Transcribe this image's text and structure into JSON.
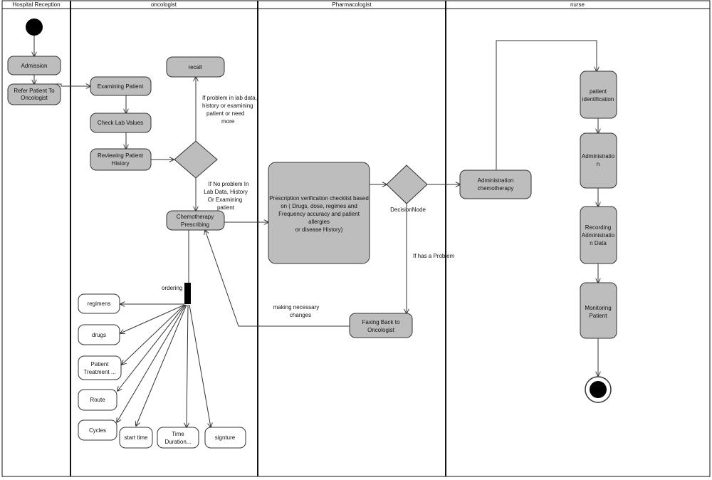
{
  "lanes": [
    "Hospital Reception",
    "oncologist",
    "Pharmacologist",
    "nurse"
  ],
  "nodes": {
    "admission": [
      "Admission"
    ],
    "refer": [
      "Refer Patient To",
      "Oncologist"
    ],
    "examining": [
      "Examining Patient"
    ],
    "check_lab": [
      "Check Lab Values"
    ],
    "reviewing": [
      "Reviewing Patient",
      "History"
    ],
    "recall": [
      "recall"
    ],
    "chemo_prescribing": [
      "Chemotherapy",
      "Prescribing"
    ],
    "verification": [
      "Prescription verification checklist based",
      "on ( Drugs, dose, regimes and",
      "Frequency accuracy and patient",
      "allergies",
      "or disease History)"
    ],
    "faxing": [
      "Faxing Back to",
      "Oncologist"
    ],
    "admin_chemo": [
      "Administration",
      "chemotherapy"
    ],
    "patient_id": [
      "patient",
      "identification"
    ],
    "administration": [
      "Administratio",
      "n"
    ],
    "recording": [
      "Recording",
      "Administratio",
      "n Data"
    ],
    "monitoring": [
      "Monitoring",
      "Patient"
    ],
    "regimens": [
      "regimens"
    ],
    "drugs": [
      "drugs"
    ],
    "patient_treatment": [
      "Patient",
      "Treatment ..."
    ],
    "route": [
      "Route"
    ],
    "cycles": [
      "Cycles"
    ],
    "start_time": [
      "start time"
    ],
    "time_duration": [
      "Time",
      "Duration..."
    ],
    "signture": [
      "signture"
    ]
  },
  "labels": {
    "problem_lab": [
      "If problem in lab data,",
      "history or examining",
      "patient or need",
      "more"
    ],
    "no_problem": [
      "If No problem In",
      "Lab Data, History",
      "Or Examining",
      "patient"
    ],
    "ordering": [
      "ordering"
    ],
    "decision_node": [
      "DecisionNode"
    ],
    "has_problem": [
      "If has a Problem"
    ],
    "making_changes": [
      "making necessary",
      "changes"
    ]
  }
}
